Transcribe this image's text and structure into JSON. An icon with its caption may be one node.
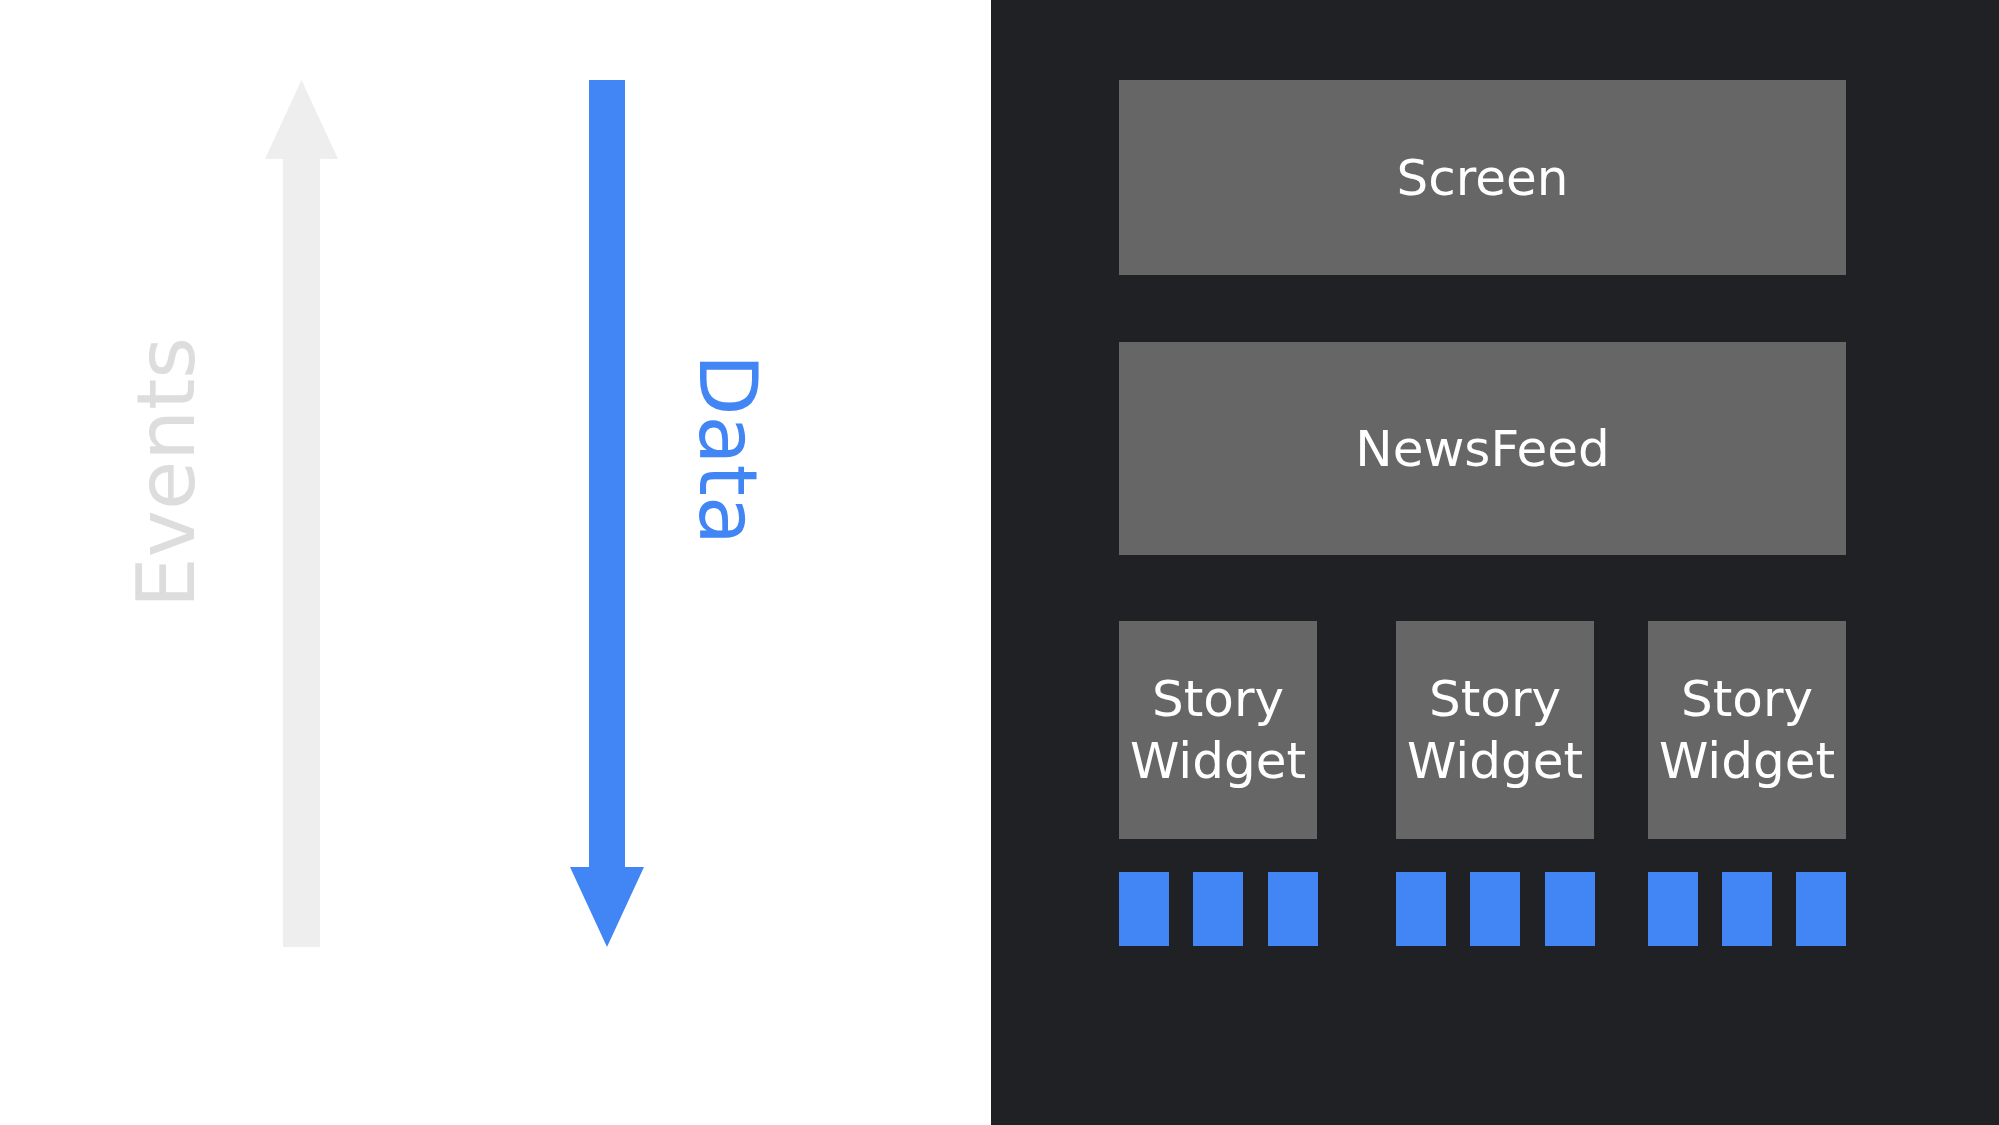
{
  "diagram": {
    "nodes": [
      {
        "text": [
          "Screen"
        ]
      },
      {
        "text": [
          "NewsFeed"
        ]
      },
      {
        "text": [
          "Story Widget"
        ]
      },
      {
        "text": [
          "Story Widget"
        ]
      },
      {
        "text": [
          "Story Widget"
        ]
      },
      {
        "text": [],
        "shape": "box"
      },
      {
        "text": [],
        "shape": "box"
      },
      {
        "text": [],
        "shape": "box"
      },
      {
        "text": [],
        "shape": "box"
      },
      {
        "text": [],
        "shape": "box"
      },
      {
        "text": [],
        "shape": "box"
      },
      {
        "text": [],
        "shape": "box"
      },
      {
        "text": [],
        "shape": "box"
      },
      {
        "text": [],
        "shape": "box"
      }
    ],
    "labels": [
      "Events",
      "Data"
    ]
  }
}
